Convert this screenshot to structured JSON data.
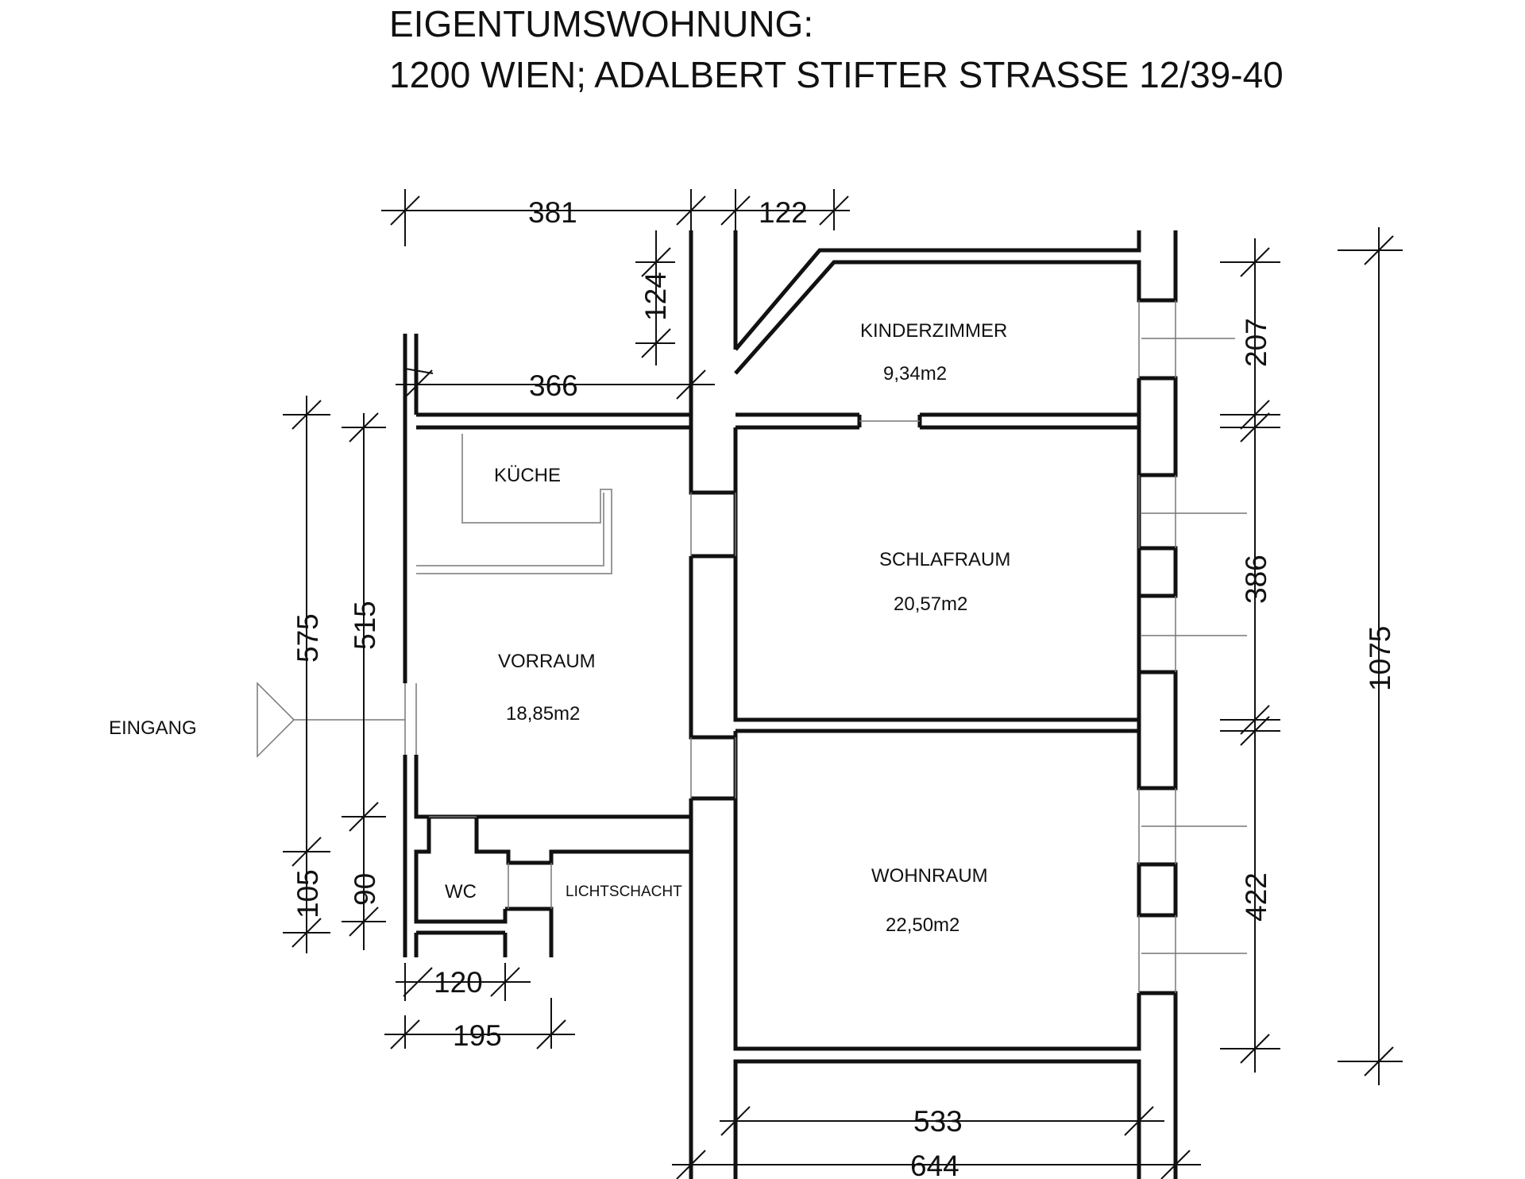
{
  "title": {
    "line1": "EIGENTUMSWOHNUNG:",
    "line2": "1200 WIEN; ADALBERT STIFTER STRASSE 12/39-40"
  },
  "rooms": {
    "kinderzimmer": {
      "name": "KINDERZIMMER",
      "area": "9,34m2"
    },
    "kueche": {
      "name": "KÜCHE"
    },
    "schlafraum": {
      "name": "SCHLAFRAUM",
      "area": "20,57m2"
    },
    "vorraum": {
      "name": "VORRAUM",
      "area": "18,85m2"
    },
    "wc": {
      "name": "WC"
    },
    "lichtschacht": {
      "name": "LICHTSCHACHT"
    },
    "wohnraum": {
      "name": "WOHNRAUM",
      "area": "22,50m2"
    }
  },
  "entrance": {
    "label": "EINGANG"
  },
  "dimensions": {
    "top_381": "381",
    "top_122": "122",
    "v_124": "124",
    "h_366": "366",
    "left_575": "575",
    "left_515": "515",
    "left_105": "105",
    "left_90": "90",
    "bottom_120": "120",
    "bottom_195": "195",
    "right_207": "207",
    "right_386": "386",
    "right_422": "422",
    "right_1075": "1075",
    "bottom_533": "533",
    "bottom_644": "644"
  }
}
